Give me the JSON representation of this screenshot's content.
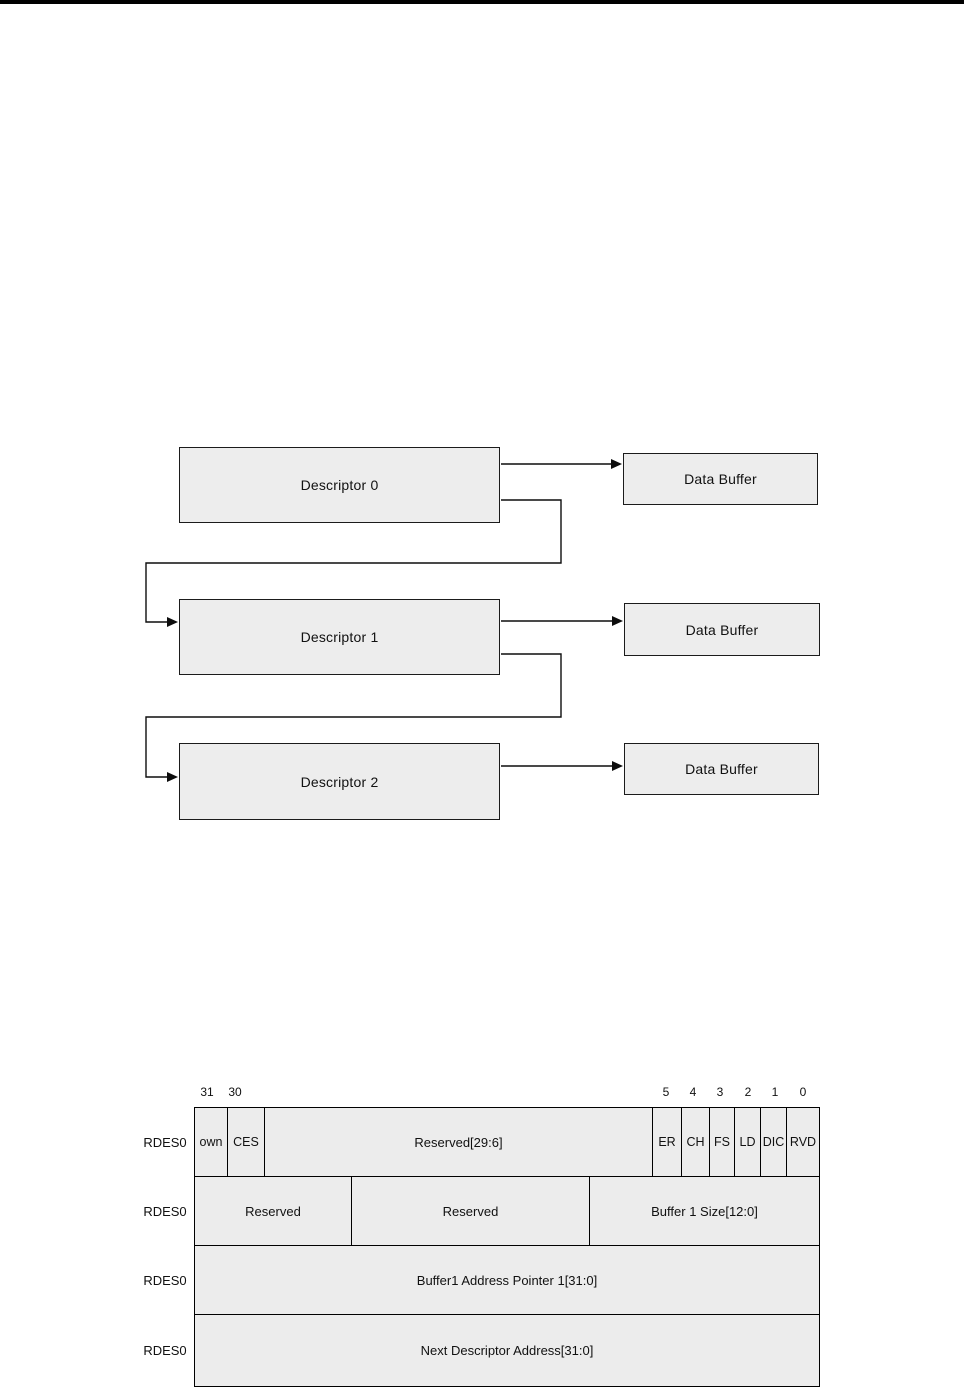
{
  "diagram": {
    "descriptors": [
      {
        "label": "Descriptor 0"
      },
      {
        "label": "Descriptor 1"
      },
      {
        "label": "Descriptor 2"
      }
    ],
    "buffers": [
      {
        "label": "Data Buffer"
      },
      {
        "label": "Data Buffer"
      },
      {
        "label": "Data Buffer"
      }
    ]
  },
  "register_table": {
    "bit_numbers_left": [
      "31",
      "30"
    ],
    "bit_numbers_right": [
      "5",
      "4",
      "3",
      "2",
      "1",
      "0"
    ],
    "rows": [
      {
        "label": "RDES0",
        "fields": [
          "own",
          "CES",
          "Reserved[29:6]",
          "ER",
          "CH",
          "FS",
          "LD",
          "DIC",
          "RVD"
        ]
      },
      {
        "label": "RDES0",
        "fields": [
          "Reserved",
          "Reserved",
          "Buffer 1 Size[12:0]"
        ]
      },
      {
        "label": "RDES0",
        "fields": [
          "Buffer1 Address Pointer 1[31:0]"
        ]
      },
      {
        "label": "RDES0",
        "fields": [
          "Next Descriptor Address[31:0]"
        ]
      }
    ],
    "colors": {
      "cell_fill": "#ececec",
      "box_fill": "#ededed",
      "border": "#000000"
    }
  }
}
